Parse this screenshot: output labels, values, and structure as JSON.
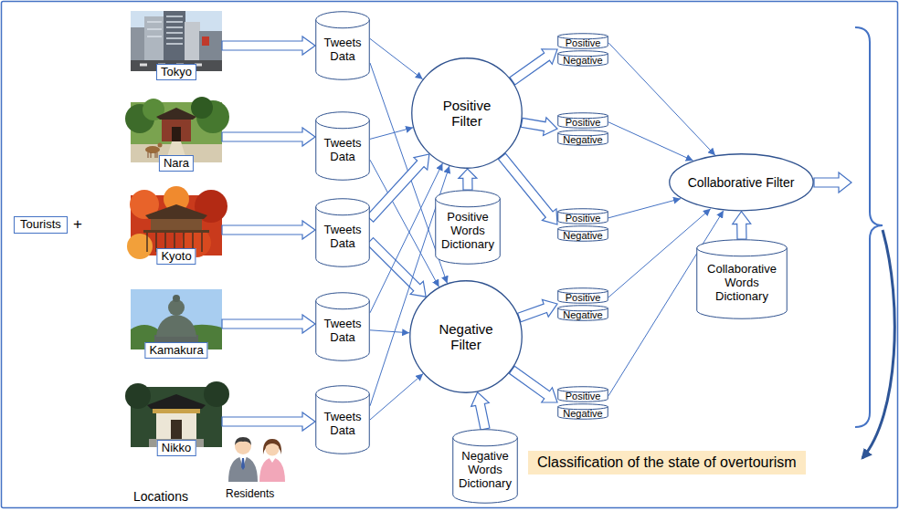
{
  "diagram": {
    "nodes": [
      {
        "text": [
          "Tourists"
        ]
      },
      {
        "text": [
          "Tokyo"
        ]
      },
      {
        "text": [
          "Nara"
        ]
      },
      {
        "text": [
          "Kyoto"
        ]
      },
      {
        "text": [
          "Kamakura"
        ]
      },
      {
        "text": [
          "Nikko"
        ]
      },
      {
        "text": [
          "Tweets Data"
        ]
      },
      {
        "text": [
          "Tweets Data"
        ]
      },
      {
        "text": [
          "Tweets Data"
        ]
      },
      {
        "text": [
          "Tweets Data"
        ]
      },
      {
        "text": [
          "Tweets Data"
        ]
      },
      {
        "text": [
          "Positive Filter"
        ]
      },
      {
        "text": [
          "Positive Words Dictionary"
        ]
      },
      {
        "text": [
          "Negative Filter"
        ]
      },
      {
        "text": [
          "Negative Words Dictionary"
        ]
      },
      {
        "text": [
          "Positive"
        ]
      },
      {
        "text": [
          "Negative"
        ]
      },
      {
        "text": [
          "Positive"
        ]
      },
      {
        "text": [
          "Negative"
        ]
      },
      {
        "text": [
          "Positive"
        ]
      },
      {
        "text": [
          "Negative"
        ]
      },
      {
        "text": [
          "Positive"
        ]
      },
      {
        "text": [
          "Negative"
        ]
      },
      {
        "text": [
          "Positive"
        ]
      },
      {
        "text": [
          "Negative"
        ]
      },
      {
        "text": [
          "Collaborative Filter"
        ]
      },
      {
        "text": [
          "Collaborative Words Dictionary"
        ]
      },
      {
        "text": [
          "Classification of the state of overtourism"
        ]
      }
    ],
    "edges": [
      {
        "from": 1,
        "to": 6,
        "arrow": "to"
      },
      {
        "from": 2,
        "to": 7,
        "arrow": "to"
      },
      {
        "from": 3,
        "to": 8,
        "arrow": "to"
      },
      {
        "from": 4,
        "to": 9,
        "arrow": "to"
      },
      {
        "from": 5,
        "to": 10,
        "arrow": "to"
      },
      {
        "from": 6,
        "to": 11,
        "arrow": "to"
      },
      {
        "from": 6,
        "to": 13,
        "arrow": "to"
      },
      {
        "from": 7,
        "to": 11,
        "arrow": "to"
      },
      {
        "from": 7,
        "to": 13,
        "arrow": "to"
      },
      {
        "from": 8,
        "to": 11,
        "arrow": "to"
      },
      {
        "from": 8,
        "to": 13,
        "arrow": "to"
      },
      {
        "from": 9,
        "to": 11,
        "arrow": "to"
      },
      {
        "from": 9,
        "to": 13,
        "arrow": "to"
      },
      {
        "from": 10,
        "to": 11,
        "arrow": "to"
      },
      {
        "from": 10,
        "to": 13,
        "arrow": "to"
      },
      {
        "from": 12,
        "to": 11,
        "arrow": "to"
      },
      {
        "from": 14,
        "to": 13,
        "arrow": "to"
      },
      {
        "from": 11,
        "to": 15,
        "arrow": "to"
      },
      {
        "from": 11,
        "to": 17,
        "arrow": "to"
      },
      {
        "from": 11,
        "to": 19,
        "arrow": "to"
      },
      {
        "from": 13,
        "to": 21,
        "arrow": "to"
      },
      {
        "from": 13,
        "to": 23,
        "arrow": "to"
      },
      {
        "from": 15,
        "to": 25,
        "arrow": "to"
      },
      {
        "from": 17,
        "to": 25,
        "arrow": "to"
      },
      {
        "from": 19,
        "to": 25,
        "arrow": "to"
      },
      {
        "from": 21,
        "to": 25,
        "arrow": "to"
      },
      {
        "from": 23,
        "to": 25,
        "arrow": "to"
      },
      {
        "from": 26,
        "to": 25,
        "arrow": "to"
      }
    ],
    "labels": [
      "+",
      "Locations",
      "Residents"
    ]
  }
}
